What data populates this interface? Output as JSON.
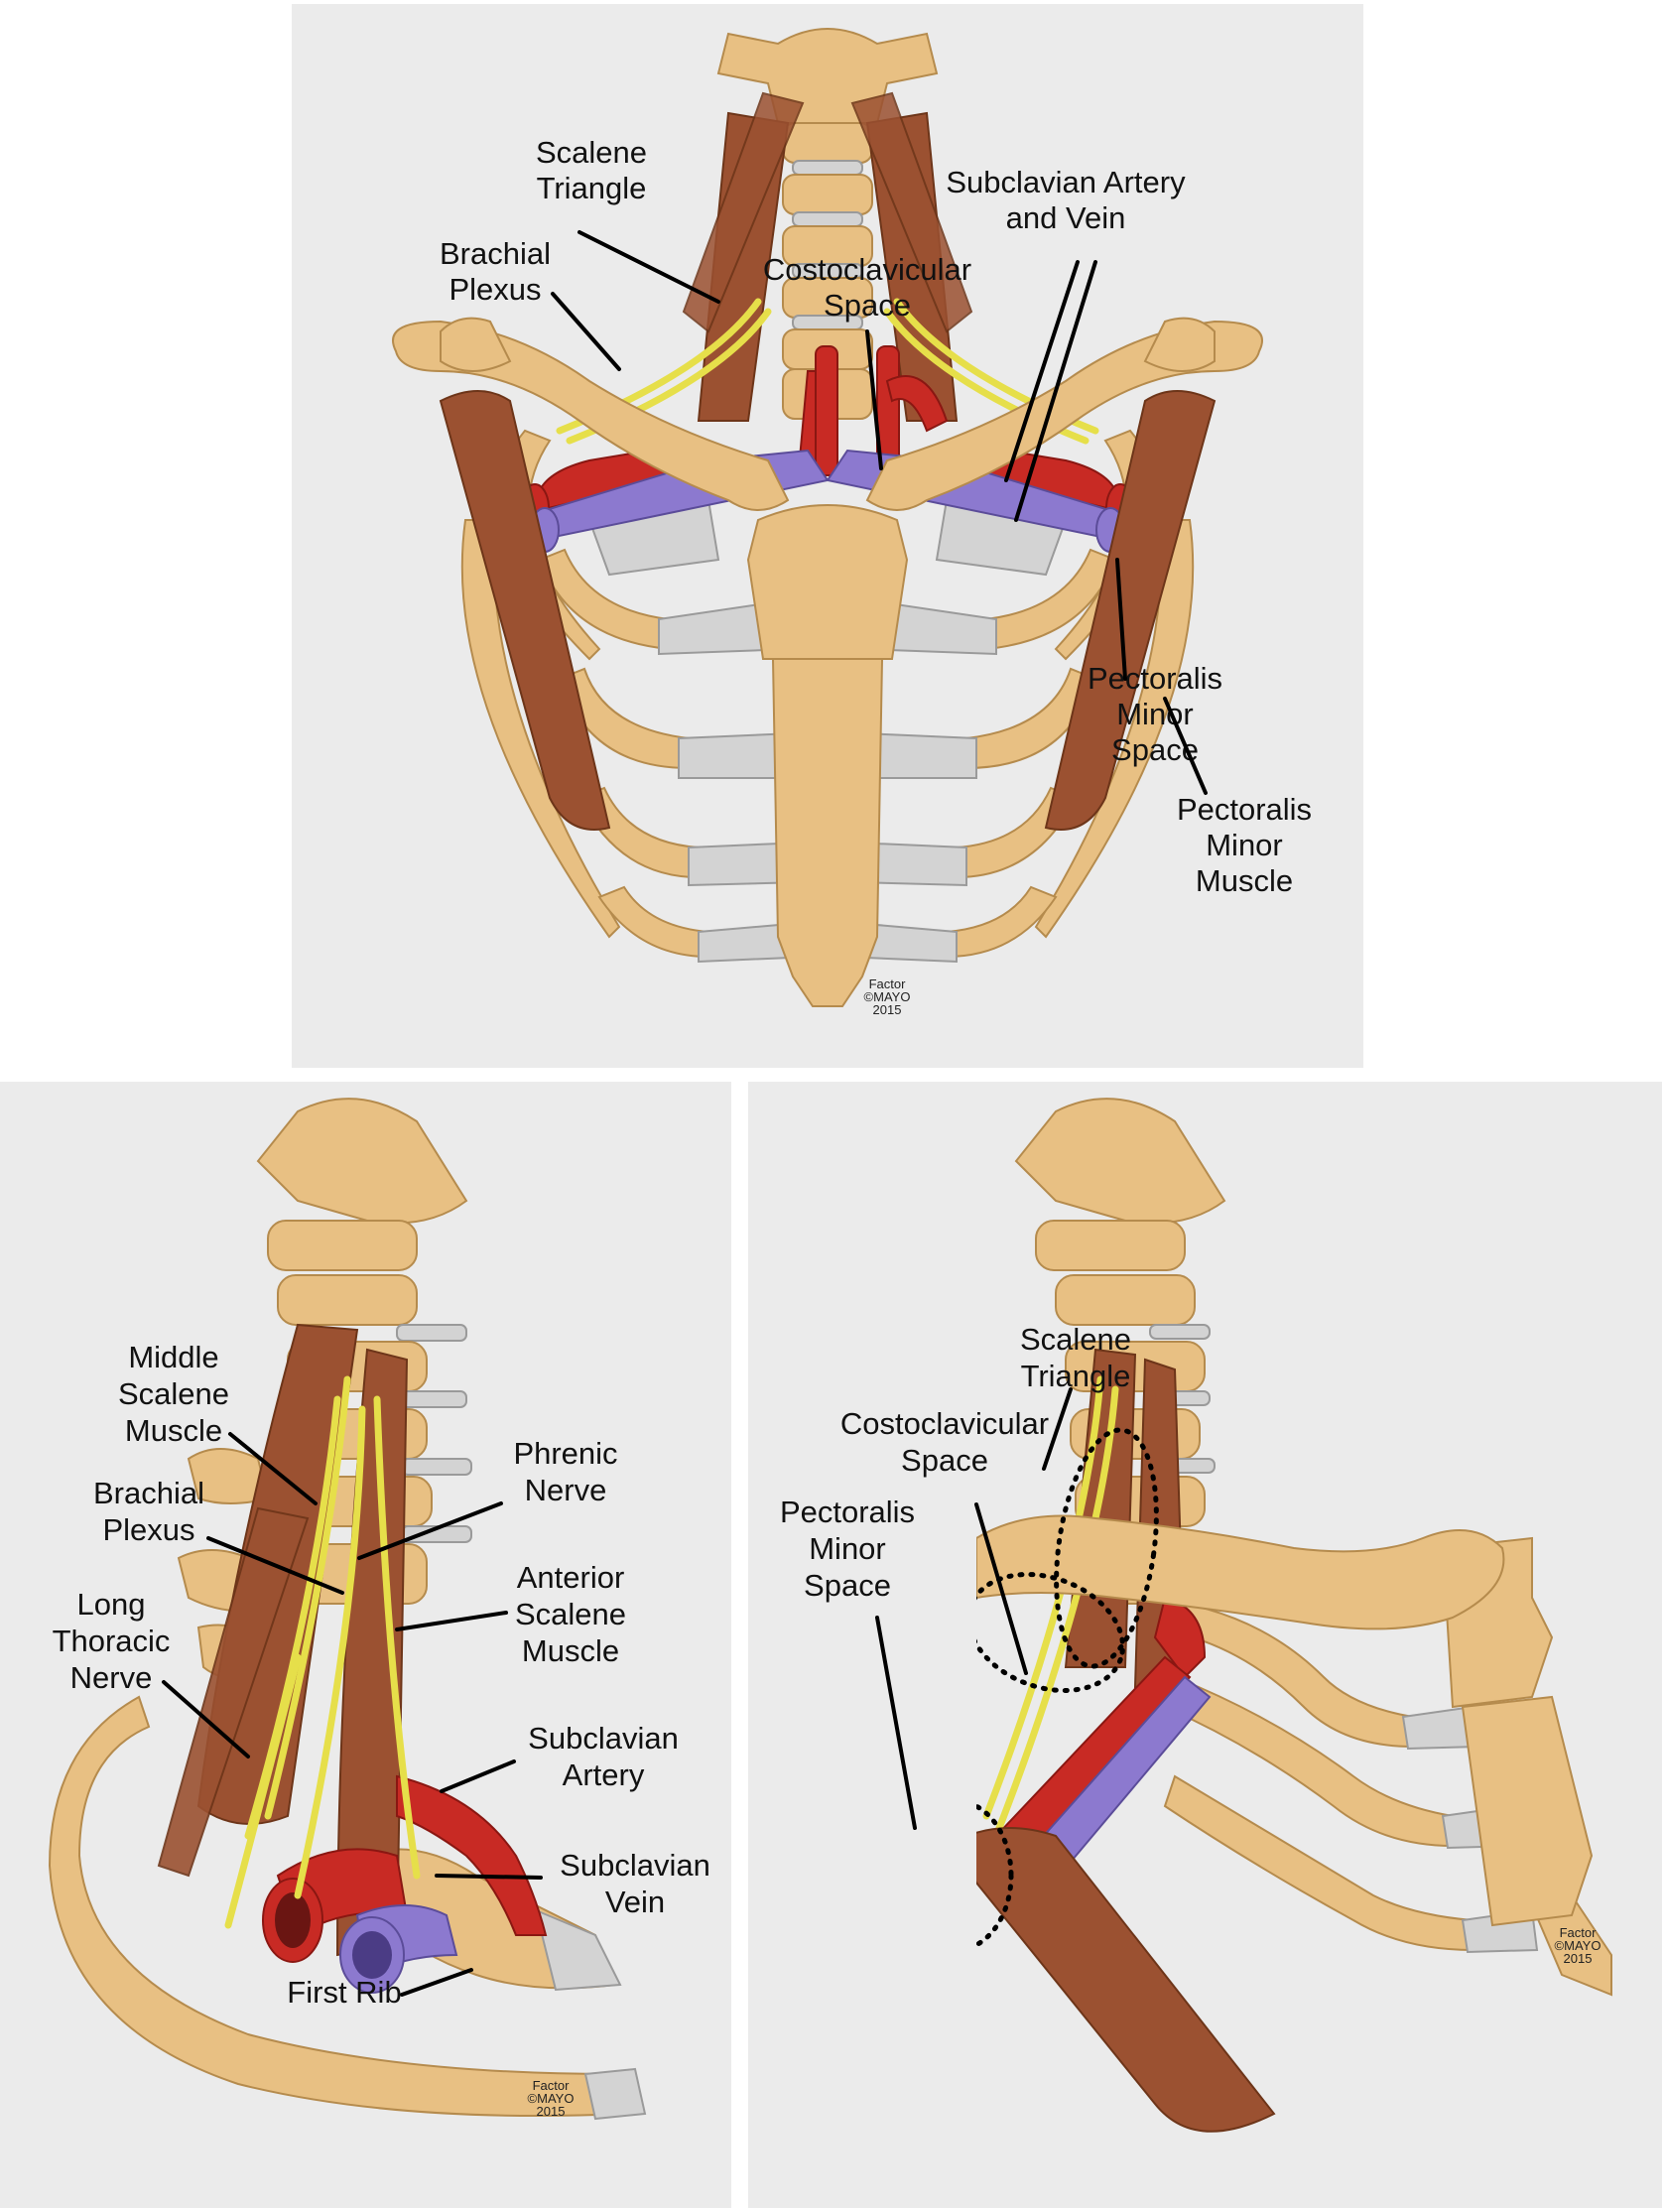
{
  "top_panel": {
    "labels": {
      "scalene_triangle": [
        "Scalene",
        "Triangle"
      ],
      "brachial_plexus": [
        "Brachial",
        "Plexus"
      ],
      "subclavian_artery_vein": [
        "Subclavian Artery",
        "and Vein"
      ],
      "costoclavicular_space": [
        "Costoclavicular",
        "Space"
      ],
      "pectoralis_minor_space": [
        "Pectoralis",
        "Minor",
        "Space"
      ],
      "pectoralis_minor_muscle": [
        "Pectoralis",
        "Minor",
        "Muscle"
      ]
    },
    "credit": [
      "Factor",
      "©MAYO",
      "2015"
    ]
  },
  "bottom_left_panel": {
    "labels": {
      "middle_scalene_muscle": [
        "Middle",
        "Scalene",
        "Muscle"
      ],
      "brachial_plexus": [
        "Brachial",
        "Plexus"
      ],
      "long_thoracic_nerve": [
        "Long",
        "Thoracic",
        "Nerve"
      ],
      "phrenic_nerve": [
        "Phrenic",
        "Nerve"
      ],
      "anterior_scalene_muscle": [
        "Anterior",
        "Scalene",
        "Muscle"
      ],
      "subclavian_artery": [
        "Subclavian",
        "Artery"
      ],
      "subclavian_vein": [
        "Subclavian",
        "Vein"
      ],
      "first_rib": [
        "First Rib"
      ]
    },
    "credit": [
      "Factor",
      "©MAYO",
      "2015"
    ]
  },
  "bottom_right_panel": {
    "labels": {
      "scalene_triangle": [
        "Scalene",
        "Triangle"
      ],
      "costoclavicular_space": [
        "Costoclavicular",
        "Space"
      ],
      "pectoralis_minor_space": [
        "Pectoralis",
        "Minor",
        "Space"
      ]
    },
    "credit": [
      "Factor",
      "©MAYO",
      "2015"
    ]
  },
  "colors": {
    "bone": "#e8c083",
    "cartilage": "#d3d3d3",
    "muscle": "#9b5131",
    "artery": "#c82a24",
    "vein": "#8c79cf",
    "nerve": "#e6df4a",
    "panel_background": "#ebebeb"
  }
}
